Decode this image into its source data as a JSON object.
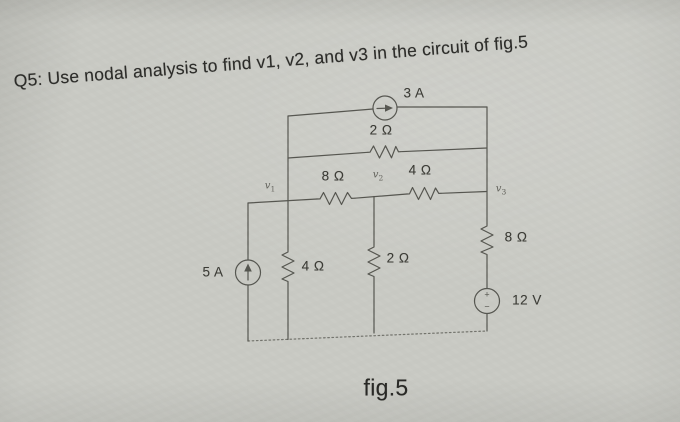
{
  "title": "Q5: Use nodal analysis to find v1, v2, and v3 in the circuit of fig.5",
  "caption": "fig.5",
  "colors": {
    "paper": "#c9cac4",
    "ink": "#45453f",
    "label_ink": "#3a3a34"
  },
  "circuit": {
    "labels": {
      "src3a": "3 A",
      "r2top": "2 Ω",
      "r8h": "8 Ω",
      "r4h": "4 Ω",
      "src5a": "5 A",
      "r4v": "4 Ω",
      "r2v": "2 Ω",
      "r8v": "8 Ω",
      "src12v": "12 V",
      "plus": "+",
      "minus": "−"
    },
    "nodes": {
      "n1": {
        "base": "v",
        "sub": "1"
      },
      "n2": {
        "base": "v",
        "sub": "2"
      },
      "n3": {
        "base": "v",
        "sub": "3"
      }
    }
  }
}
